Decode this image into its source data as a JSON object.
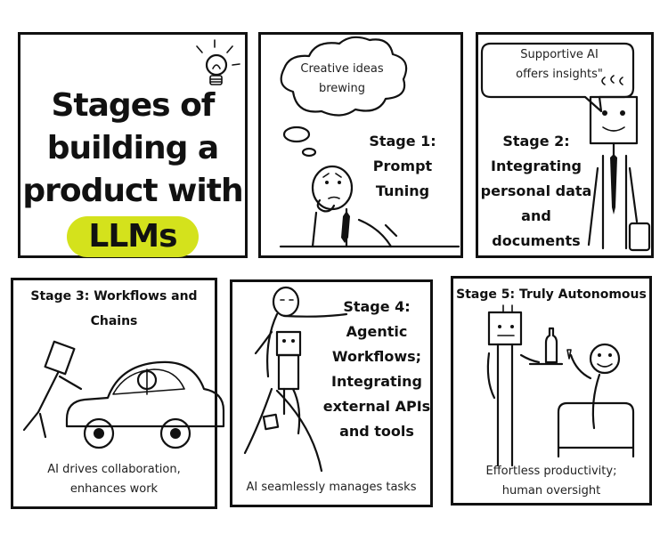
{
  "intro": {
    "title_lines": [
      "Stages of",
      "building a",
      "product with"
    ],
    "highlight": "LLMs",
    "highlight_color": "#d4e21c"
  },
  "panel1": {
    "bubble": [
      "Creative ideas",
      "brewing"
    ],
    "stage": [
      "Stage 1:",
      "Prompt Tuning"
    ]
  },
  "panel2": {
    "bubble": [
      "Supportive AI",
      "offers insights\""
    ],
    "stage": [
      "Stage 2:",
      "Integrating",
      "personal data",
      "and documents"
    ]
  },
  "panel3": {
    "stage": "Stage 3: Workflows and Chains",
    "caption": [
      "AI drives collaboration,",
      "enhances work"
    ]
  },
  "panel4": {
    "stage": [
      "Stage 4:",
      "Agentic",
      "Workflows;",
      "Integrating",
      "external APIs",
      "and tools"
    ],
    "caption": "AI seamlessly manages tasks"
  },
  "panel5": {
    "stage": "Stage 5: Truly Autonomous",
    "caption": [
      "Effortless productivity;",
      "human oversight"
    ]
  },
  "icons": [
    "lightbulb-icon",
    "thought-bubble",
    "speech-bubble",
    "car",
    "robot",
    "wine-bottle"
  ]
}
